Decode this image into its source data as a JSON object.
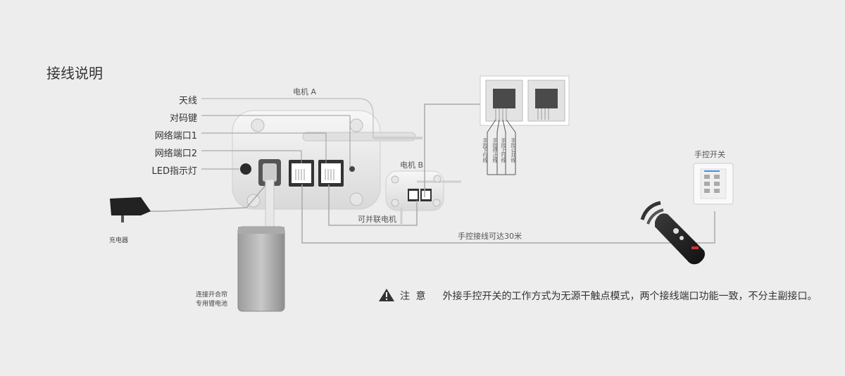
{
  "title": "接线说明",
  "motor_a": {
    "label": "电机 A",
    "callouts": [
      "天线",
      "对码键",
      "网络端口1",
      "网络端口2",
      "LED指示灯"
    ]
  },
  "motor_b": {
    "label": "电机 B"
  },
  "charger": {
    "label": "充电器"
  },
  "battery": {
    "line1": "连接开合帘",
    "line2": "专用锂电池"
  },
  "parallel_label": "可并联电机",
  "hand_wire_label": "手控接线可达30米",
  "hand_switch_label": "手控开关",
  "wire_labels": [
    "手控下行线",
    "手控停止线",
    "手控上行线",
    "手控公共线"
  ],
  "note": {
    "icon": "warning-icon",
    "heading": "注 意",
    "text": "外接手控开关的工作方式为无源干触点模式，两个接线端口功能一致，不分主副接口。"
  }
}
